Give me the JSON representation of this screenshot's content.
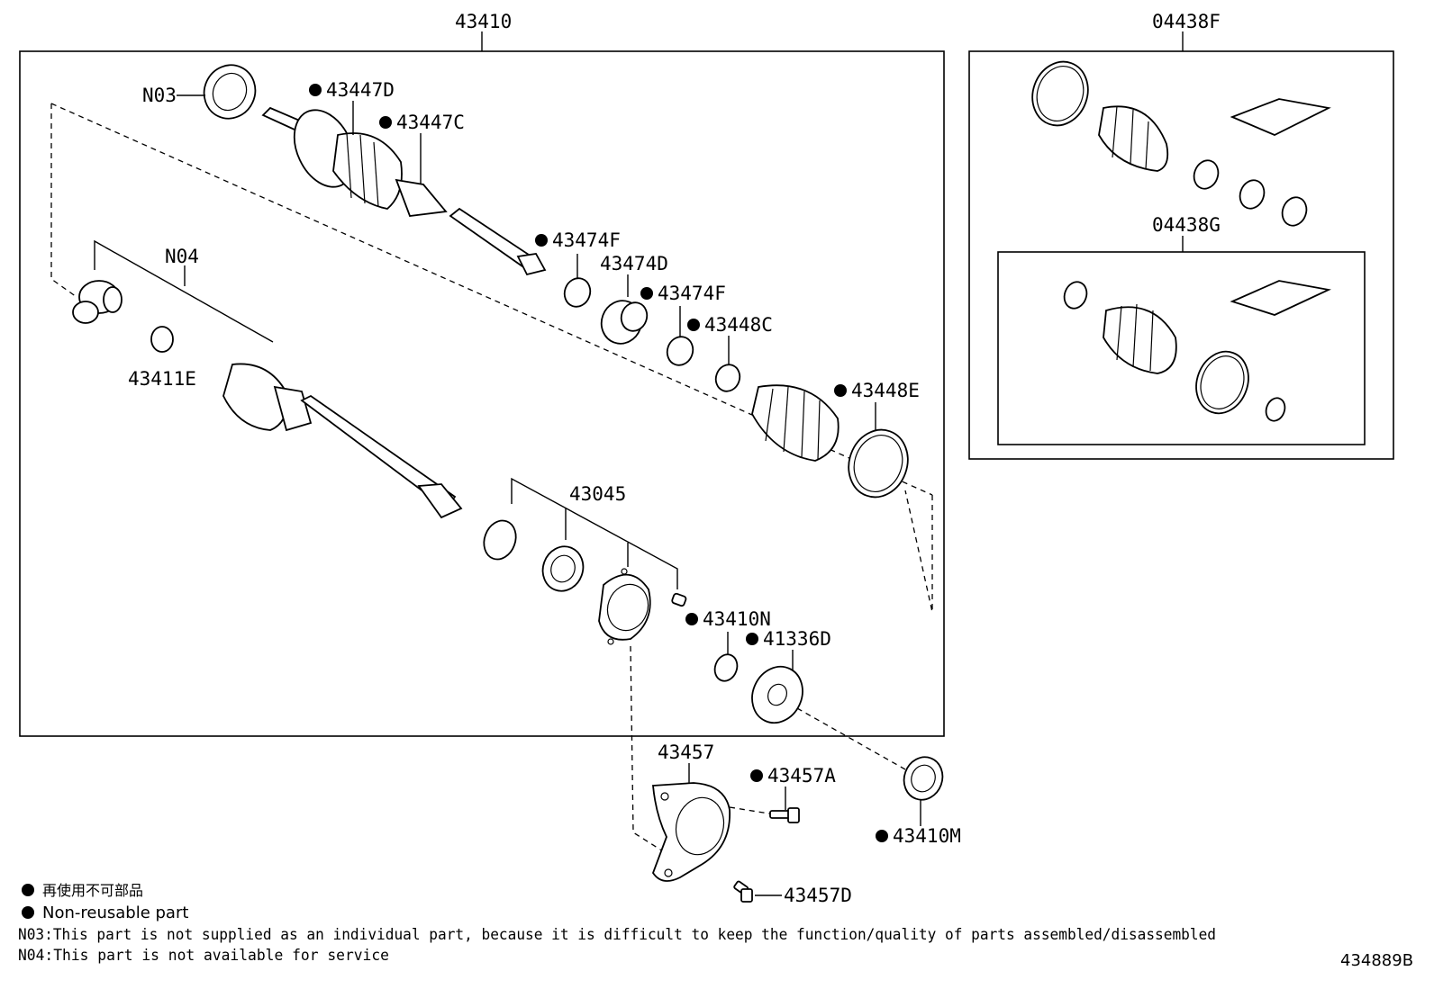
{
  "groups": {
    "main_assembly": "43410",
    "boot_kit_outer": "04438F",
    "boot_kit_inner": "04438G",
    "bearing_set": "43045"
  },
  "parts": {
    "n03": "N03",
    "p43447D": "43447D",
    "p43447C": "43447C",
    "p43474F_a": "43474F",
    "p43474D": "43474D",
    "p43474F_b": "43474F",
    "p43448C": "43448C",
    "p43448E": "43448E",
    "n04": "N04",
    "p43411E": "43411E",
    "p43410N": "43410N",
    "p41336D": "41336D",
    "p43457": "43457",
    "p43457A": "43457A",
    "p43410M": "43410M",
    "p43457D": "43457D"
  },
  "legend": {
    "symbol": "●",
    "jp": "再使用不可部品",
    "en": "Non-reusable part",
    "note_n03": "N03:This part is not supplied as an individual part, because it is difficult to keep the function/quality of parts assembled/disassembled",
    "note_n04": "N04:This part is not available for service"
  },
  "diagram_id": "434889B"
}
